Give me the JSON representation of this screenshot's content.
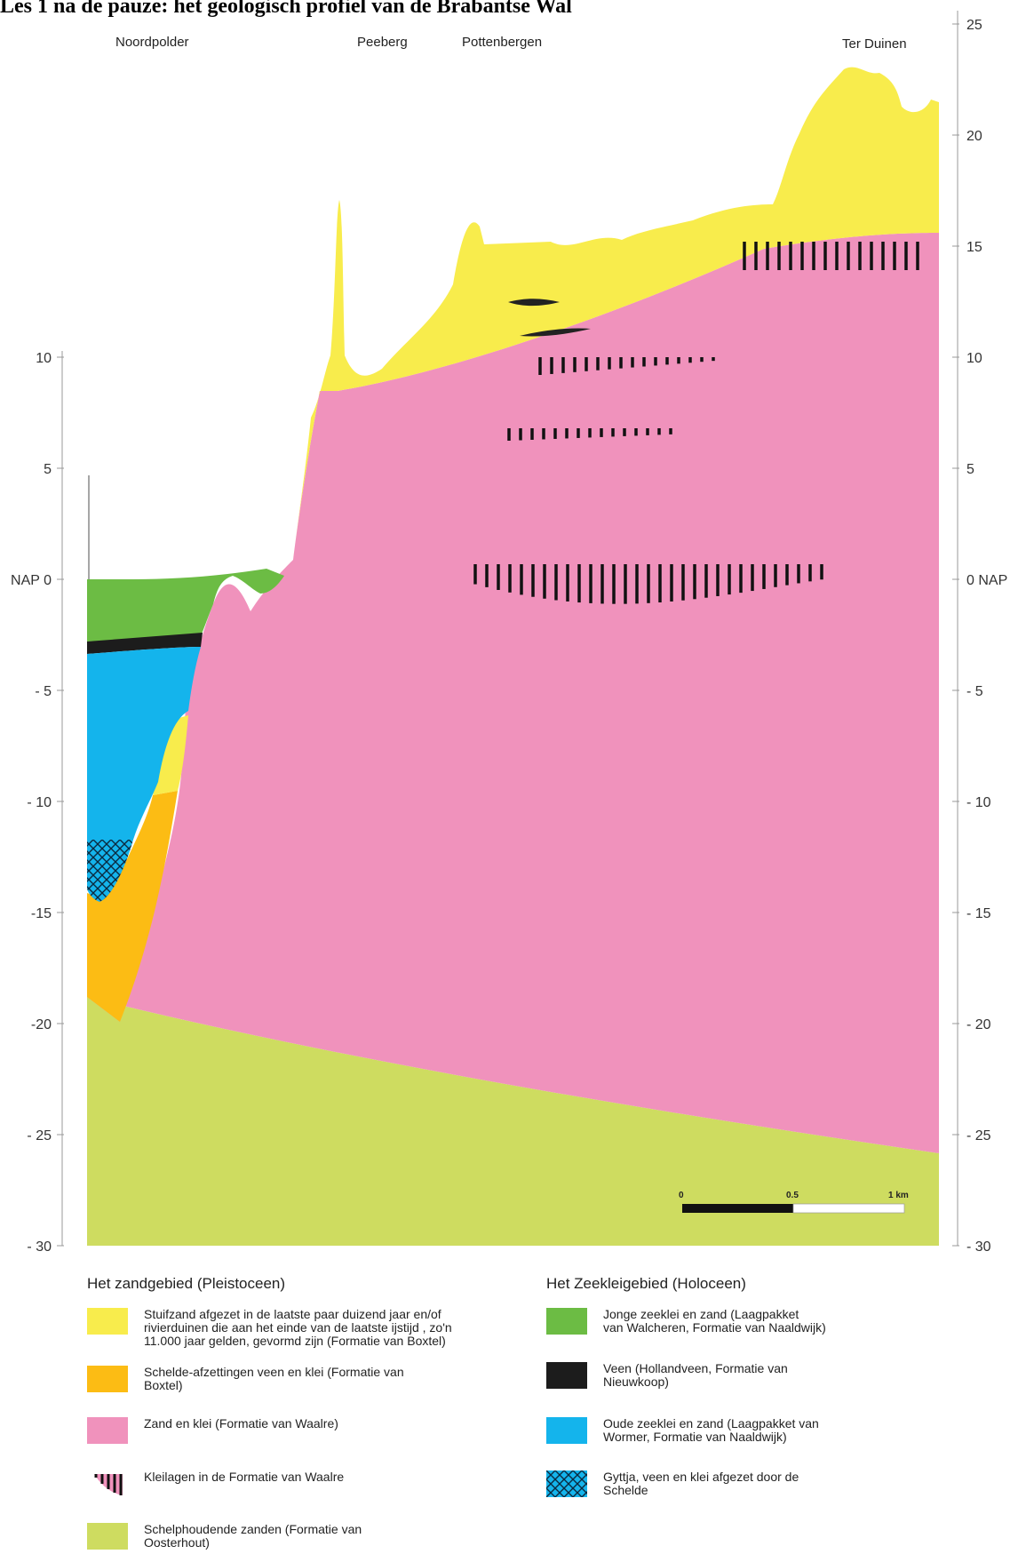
{
  "title": "Les 1 na de pauze: het geologisch profiel van de Brabantse Wal",
  "locations": [
    "Noordpolder",
    "Peeberg",
    "Pottenbergen",
    "Ter Duinen"
  ],
  "axes": {
    "left_ticks": [
      "10",
      "5",
      "NAP 0",
      "- 5",
      "- 10",
      "-15",
      "-20",
      "- 25",
      "- 30"
    ],
    "right_ticks": [
      "25",
      "20",
      "15",
      "10",
      "5",
      "0 NAP",
      "- 5",
      "- 10",
      "- 15",
      "- 20",
      "- 25",
      "- 30"
    ]
  },
  "scale_bar": {
    "labels": [
      "0",
      "0.5",
      "1 km"
    ]
  },
  "colors": {
    "stuifzand": "#f8ec4c",
    "schelde": "#fcbc14",
    "waalre": "#f092bc",
    "schelphoudend": "#cedc60",
    "jonge_zeeklei": "#6cbc44",
    "veen": "#1c1c1c",
    "oude_zeeklei": "#14b4ec",
    "gyttja": "#14b4ec"
  },
  "legend": {
    "left_heading": "Het zandgebied (Pleistoceen)",
    "right_heading": "Het Zeekleigebied (Holoceen)",
    "left_items": [
      {
        "text": "Stuifzand afgezet in de laatste paar duizend jaar en/of\nrivierduinen die aan het einde van de laatste ijstijd , zo'n\n11.000 jaar gelden, gevormd zijn (Formatie van Boxtel)"
      },
      {
        "text": "Schelde-afzettingen veen en klei (Formatie van\nBoxtel)"
      },
      {
        "text": "Zand en klei (Formatie van Waalre)"
      },
      {
        "text": "Kleilagen in de Formatie van Waalre"
      },
      {
        "text": "Schelphoudende zanden (Formatie van\nOosterhout)"
      }
    ],
    "right_items": [
      {
        "text": "Jonge zeeklei en zand (Laagpakket\nvan Walcheren, Formatie van Naaldwijk)"
      },
      {
        "text": "Veen (Hollandveen, Formatie van\nNieuwkoop)"
      },
      {
        "text": "Oude zeeklei en zand (Laagpakket van\nWormer, Formatie van Naaldwijk)"
      },
      {
        "text": "Gyttja, veen en klei afgezet door de\nSchelde"
      }
    ]
  }
}
